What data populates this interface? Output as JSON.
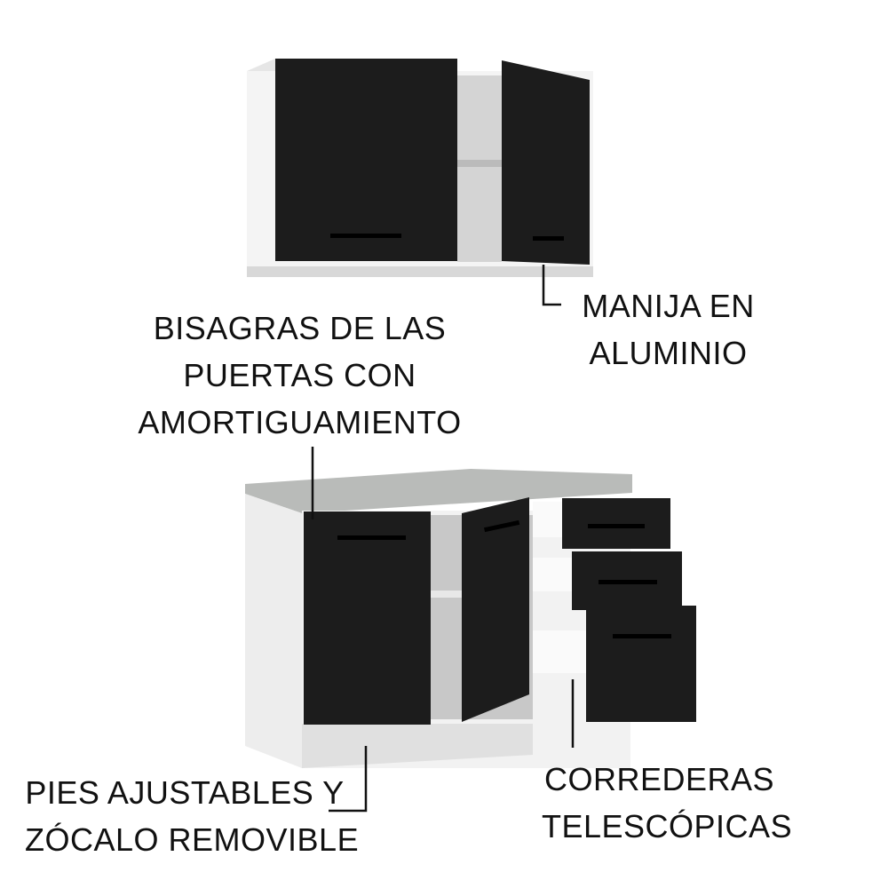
{
  "callouts": {
    "handles": {
      "lines": [
        "MANIJA EN",
        "ALUMINIO"
      ]
    },
    "hinges": {
      "lines": [
        "BISAGRAS DE LAS",
        "PUERTAS CON",
        "AMORTIGUAMIENTO"
      ]
    },
    "feet": {
      "lines": [
        "PIES AJUSTABLES Y",
        "ZÓCALO REMOVIBLE"
      ]
    },
    "slides": {
      "lines": [
        "CORREDERAS",
        "TELESCÓPICAS"
      ]
    }
  },
  "colors": {
    "door": "#1c1c1c",
    "body": "#f2f2f2",
    "countertop": "#b8bab8",
    "text": "#111111"
  }
}
